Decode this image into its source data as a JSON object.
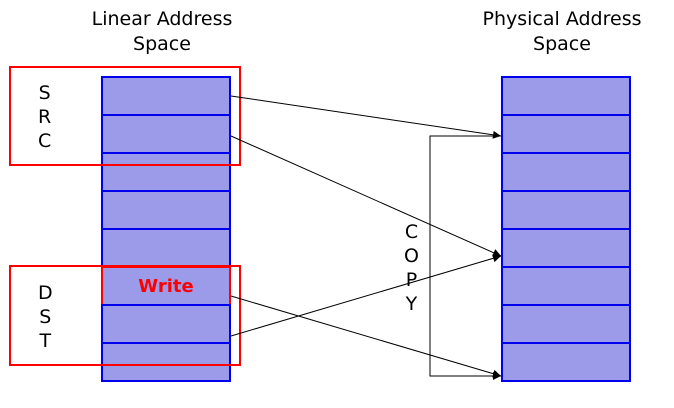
{
  "colors": {
    "cell_fill": "#9b9bea",
    "cell_border": "#0000ee",
    "highlight": "#ff0000",
    "arrow": "#000000"
  },
  "linear_space": {
    "title_line1": "Linear Address",
    "title_line2": "Space",
    "cell_count": 8
  },
  "physical_space": {
    "title_line1": "Physical Address",
    "title_line2": "Space",
    "cell_count": 8
  },
  "src_region": {
    "letters": [
      "S",
      "R",
      "C"
    ]
  },
  "dst_region": {
    "letters": [
      "D",
      "S",
      "T"
    ]
  },
  "write_cell": {
    "label": "Write",
    "index": 5
  },
  "copy_label": {
    "letters": [
      "C",
      "O",
      "P",
      "Y"
    ]
  },
  "mappings": [
    {
      "from": 0,
      "to": 1
    },
    {
      "from": 1,
      "to": 4
    },
    {
      "from": 5,
      "to": 7
    },
    {
      "from": 6,
      "to": 4
    }
  ],
  "copy_bracket": {
    "from": 1,
    "to": 7
  }
}
